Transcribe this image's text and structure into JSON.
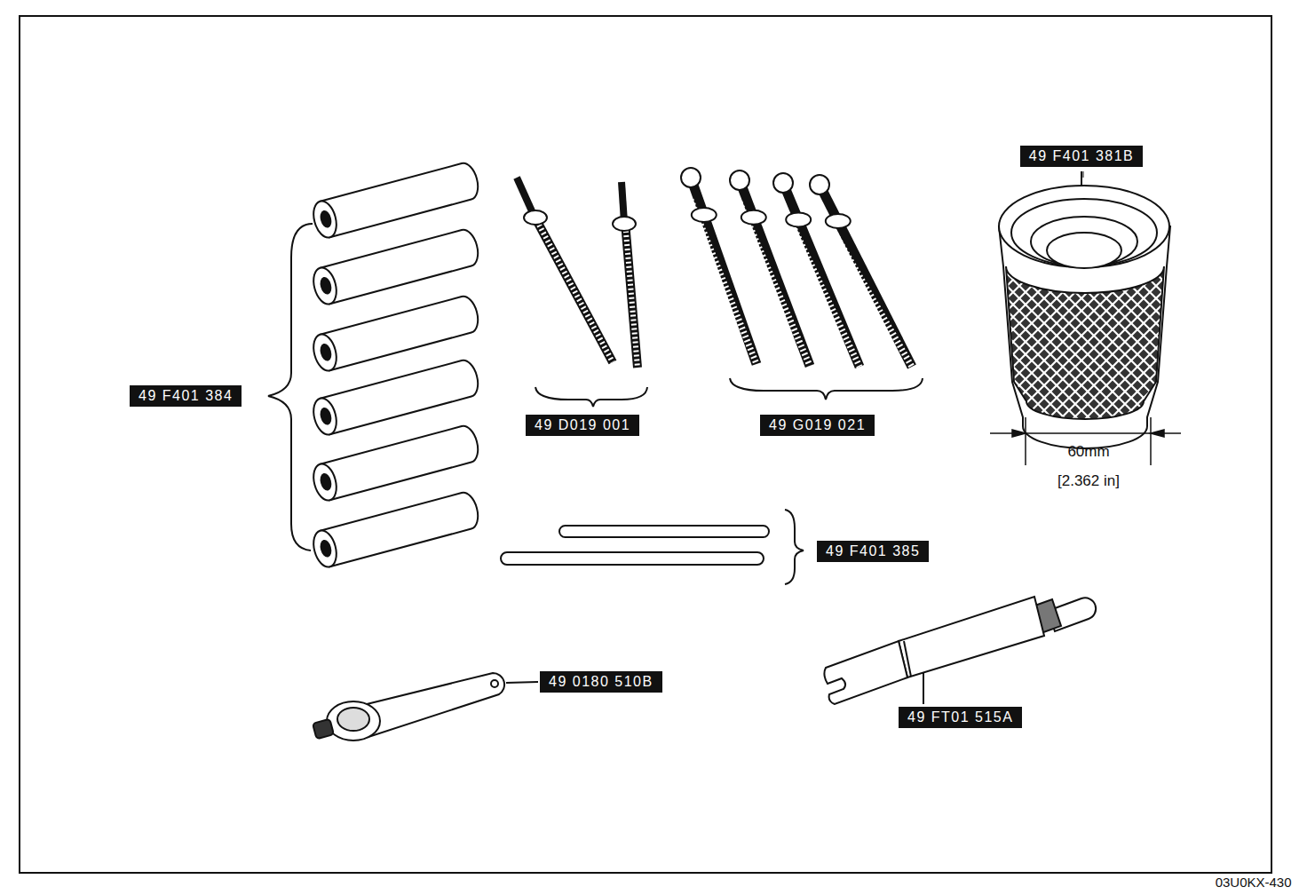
{
  "diagram": {
    "labels": [
      "49 F401 384",
      "49 D019 001",
      "49 G019 021",
      "49 F401 381B",
      "60mm",
      "[2.362 in]",
      "49 F401 385",
      "49 0180 510B",
      "49 FT01 515A",
      "03U0KX-430"
    ]
  }
}
